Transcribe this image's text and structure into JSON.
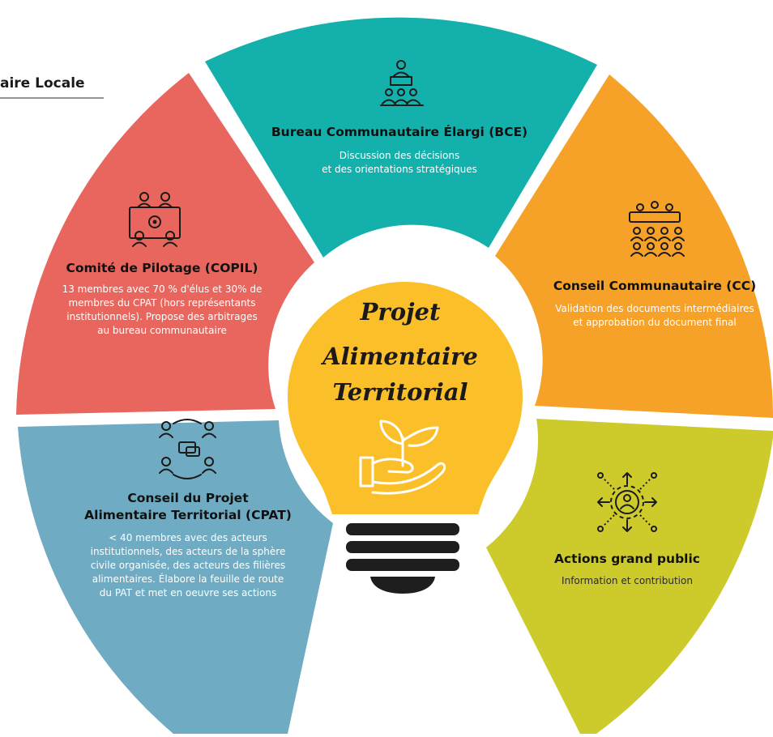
{
  "header": {
    "title_fragment": "aire Locale"
  },
  "center": {
    "title_lines": [
      "Projet",
      "Alimentaire",
      "Territorial"
    ],
    "colors": {
      "bulb": "#FBBF2A",
      "base": "#1E1E1E"
    }
  },
  "segments": [
    {
      "id": "bce",
      "color": "#14B1AC",
      "icon": "conference-podium-icon",
      "title_lines": [
        "Bureau Communautaire Élargi (BCE)"
      ],
      "desc_lines": [
        "Discussion des décisions",
        "et des orientations stratégiques"
      ]
    },
    {
      "id": "copil",
      "color": "#E8665D",
      "icon": "meeting-table-gear-icon",
      "title_lines": [
        "Comité de Pilotage (COPIL)"
      ],
      "desc_lines": [
        "13 membres avec 70 % d'élus et 30% de",
        "membres du CPAT (hors représentants",
        "institutionnels). Propose des arbitrages",
        "au bureau communautaire"
      ]
    },
    {
      "id": "cc",
      "color": "#F6A128",
      "icon": "assembly-icon",
      "title_lines": [
        "Conseil Communautaire (CC)"
      ],
      "desc_lines": [
        "Validation des documents intermédiaires",
        "et approbation du document final"
      ]
    },
    {
      "id": "cpat",
      "color": "#6FABC2",
      "icon": "team-discussion-icon",
      "title_lines": [
        "Conseil du Projet",
        "Alimentaire Territorial (CPAT)"
      ],
      "desc_lines": [
        "< 40 membres avec des acteurs",
        "institutionnels, des acteurs de la sphère",
        "civile organisée, des acteurs des filières",
        "alimentaires. Élabore la feuille de route",
        "du PAT et met en oeuvre ses actions"
      ]
    },
    {
      "id": "public",
      "color": "#CDCB2B",
      "icon": "public-gear-arrows-icon",
      "title_lines": [
        "Actions grand public"
      ],
      "desc_lines": [
        "Information et contribution"
      ]
    }
  ]
}
